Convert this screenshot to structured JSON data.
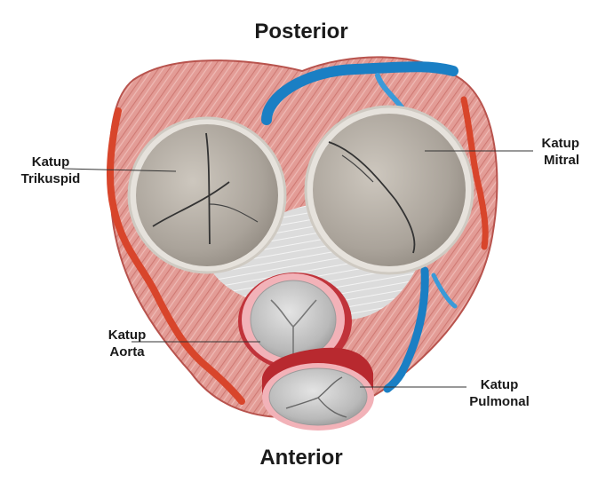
{
  "orientation": {
    "top": "Posterior",
    "bottom": "Anterior"
  },
  "valves": {
    "tricuspid": {
      "line1": "Katup",
      "line2": "Trikuspid"
    },
    "mitral": {
      "line1": "Katup",
      "line2": "Mitral"
    },
    "aortic": {
      "line1": "Katup",
      "line2": "Aorta"
    },
    "pulmonary": {
      "line1": "Katup",
      "line2": "Pulmonal"
    }
  },
  "colors": {
    "muscle": "#e29a94",
    "muscle_dark": "#c8625c",
    "valve_gray": "#b9b3aa",
    "vessel_blue": "#1a7fc4",
    "vessel_red": "#d8452b",
    "ring_pink": "#f2b2b8"
  }
}
